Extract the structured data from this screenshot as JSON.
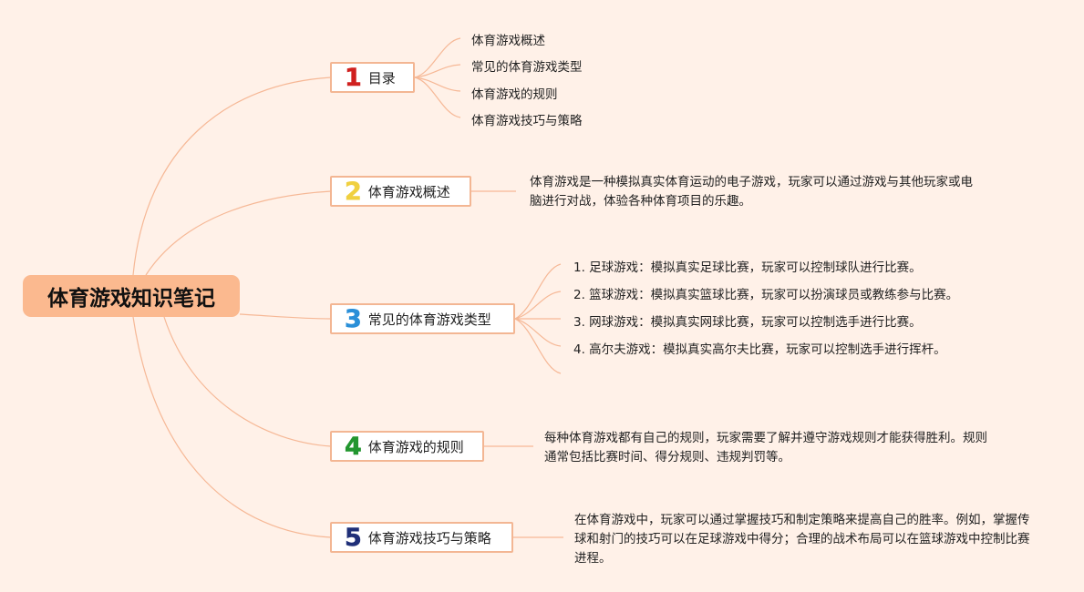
{
  "root": {
    "title": "体育游戏知识笔记"
  },
  "branches": [
    {
      "number": "1",
      "number_color": "#d0201f",
      "label": "目录",
      "children": [
        "体育游戏概述",
        "常见的体育游戏类型",
        "体育游戏的规则",
        "体育游戏技巧与策略"
      ]
    },
    {
      "number": "2",
      "number_color": "#f0d040",
      "label": "体育游戏概述",
      "paragraph": "体育游戏是一种模拟真实体育运动的电子游戏，玩家可以通过游戏与其他玩家或电脑进行对战，体验各种体育项目的乐趣。"
    },
    {
      "number": "3",
      "number_color": "#2a8fd8",
      "label": "常见的体育游戏类型",
      "children": [
        "1. 足球游戏：模拟真实足球比赛，玩家可以控制球队进行比赛。",
        "2. 篮球游戏：模拟真实篮球比赛，玩家可以扮演球员或教练参与比赛。",
        "3. 网球游戏：模拟真实网球比赛，玩家可以控制选手进行比赛。",
        "4. 高尔夫游戏：模拟真实高尔夫比赛，玩家可以控制选手进行挥杆。"
      ]
    },
    {
      "number": "4",
      "number_color": "#22962f",
      "label": "体育游戏的规则",
      "paragraph": "每种体育游戏都有自己的规则，玩家需要了解并遵守游戏规则才能获得胜利。规则通常包括比赛时间、得分规则、违规判罚等。"
    },
    {
      "number": "5",
      "number_color": "#1f2f78",
      "label": "体育游戏技巧与策略",
      "paragraph": "在体育游戏中，玩家可以通过掌握技巧和制定策略来提高自己的胜率。例如，掌握传球和射门的技巧可以在足球游戏中得分；合理的战术布局可以在篮球游戏中控制比赛进程。"
    }
  ],
  "colors": {
    "background": "#fff1e8",
    "line": "#f3b693",
    "root_fill": "#fbb98f"
  }
}
